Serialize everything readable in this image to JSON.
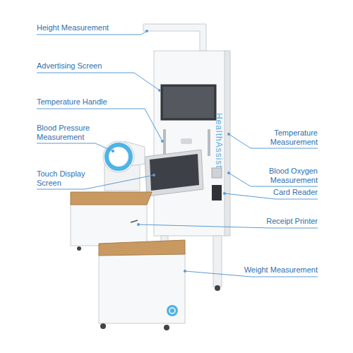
{
  "diagram": {
    "labels": [
      "Height Measurement",
      "Advertising Screen",
      "Temperature Handle",
      "Blood Pressure Measurement",
      "Touch Display Screen",
      "Temperature Measurement",
      "Blood Oxygen Measurement",
      "Card Reader",
      "Receipt Printer",
      "Weight Measurement",
      "HealthAssist"
    ]
  }
}
